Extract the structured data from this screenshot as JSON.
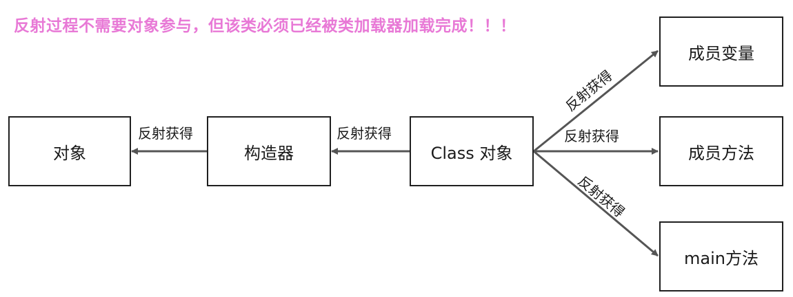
{
  "note": "反射过程不需要对象参与，但该类必须已经被类加载器加载完成！！！",
  "colors": {
    "note": "#e879d6",
    "arrow": "#555555",
    "border": "#1f1f1f"
  },
  "nodes": {
    "object": "对象",
    "constructor": "构造器",
    "class_object": "Class 对象",
    "member_variable": "成员变量",
    "member_method": "成员方法",
    "main_method": "main方法"
  },
  "edges": {
    "class_to_constructor": "反射获得",
    "constructor_to_object": "反射获得",
    "class_to_variable": "反射获得",
    "class_to_method": "反射获得",
    "class_to_main": "反射获得"
  }
}
